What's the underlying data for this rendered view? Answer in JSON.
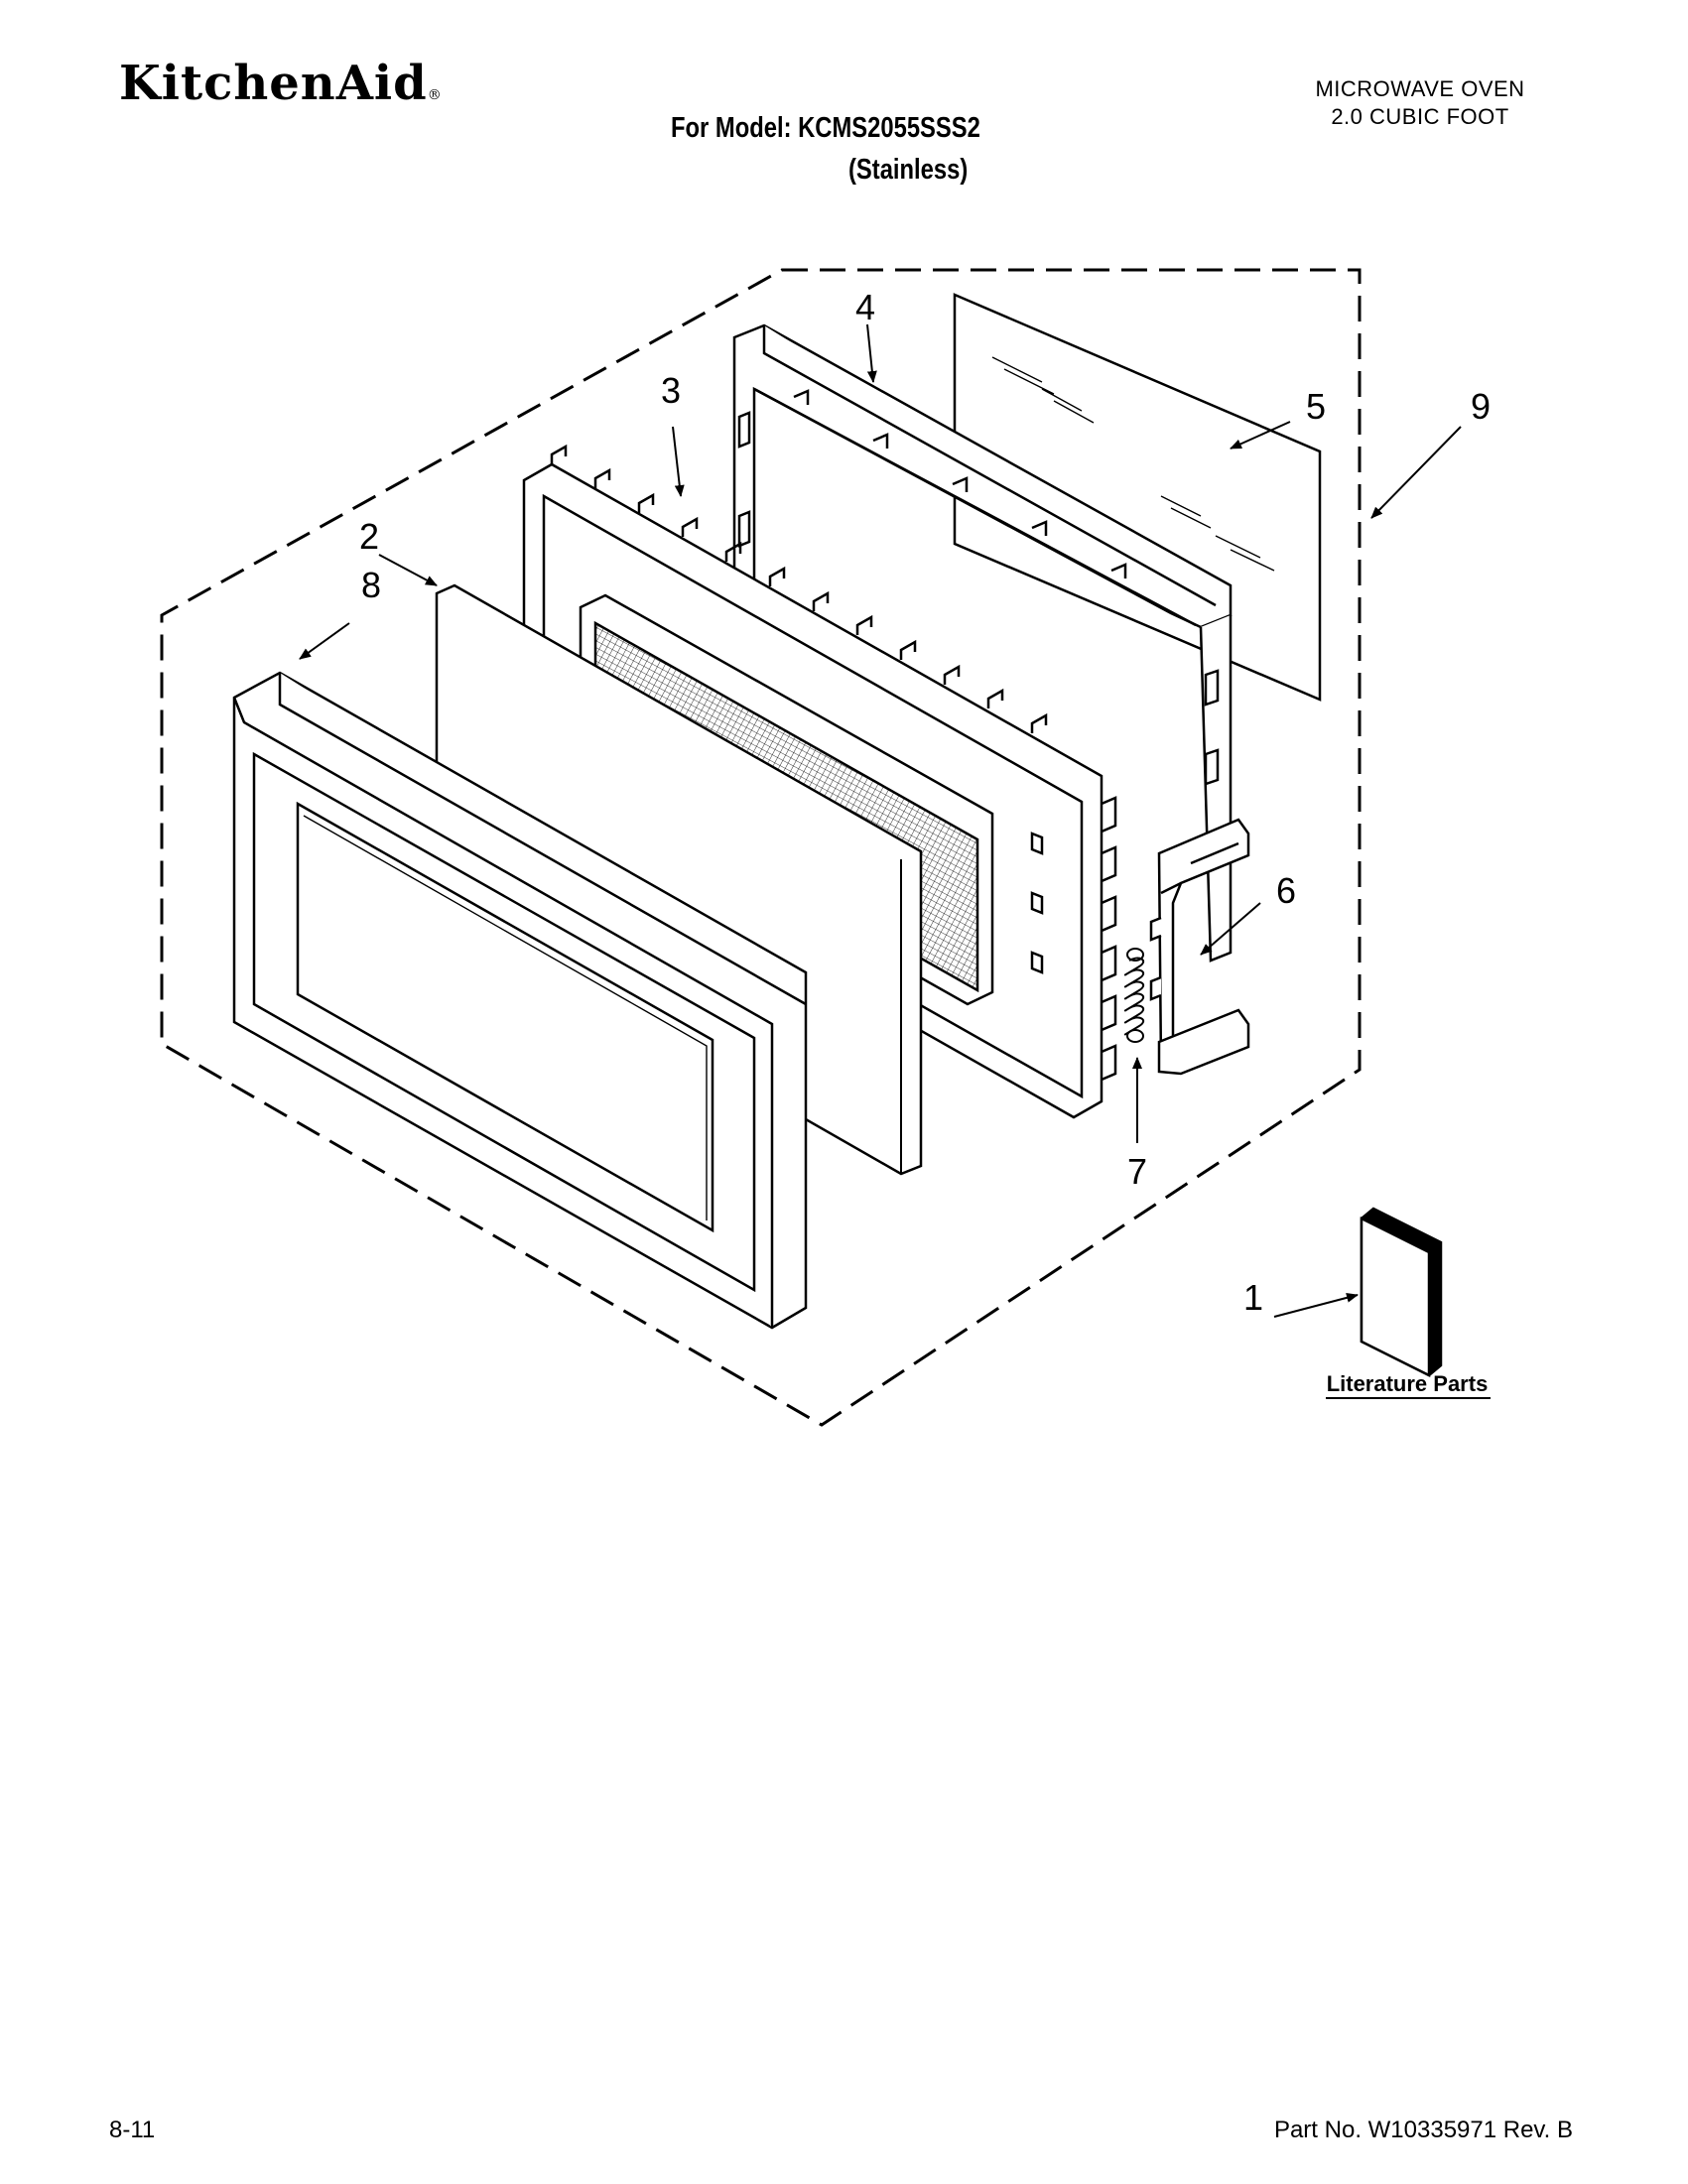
{
  "header": {
    "brand": "KitchenAid",
    "brand_mark": "®",
    "product_line1": "MICROWAVE OVEN",
    "product_line2": "2.0 CUBIC FOOT",
    "model_line": "For Model: KCMS2055SSS2",
    "finish_line": "(Stainless)"
  },
  "diagram": {
    "callouts": {
      "c1": "1",
      "c2": "2",
      "c3": "3",
      "c4": "4",
      "c5": "5",
      "c6": "6",
      "c7": "7",
      "c8": "8",
      "c9": "9"
    },
    "literature_label": "Literature Parts"
  },
  "footer": {
    "page_ref": "8-11",
    "part_number": "Part No. W10335971 Rev. B"
  }
}
